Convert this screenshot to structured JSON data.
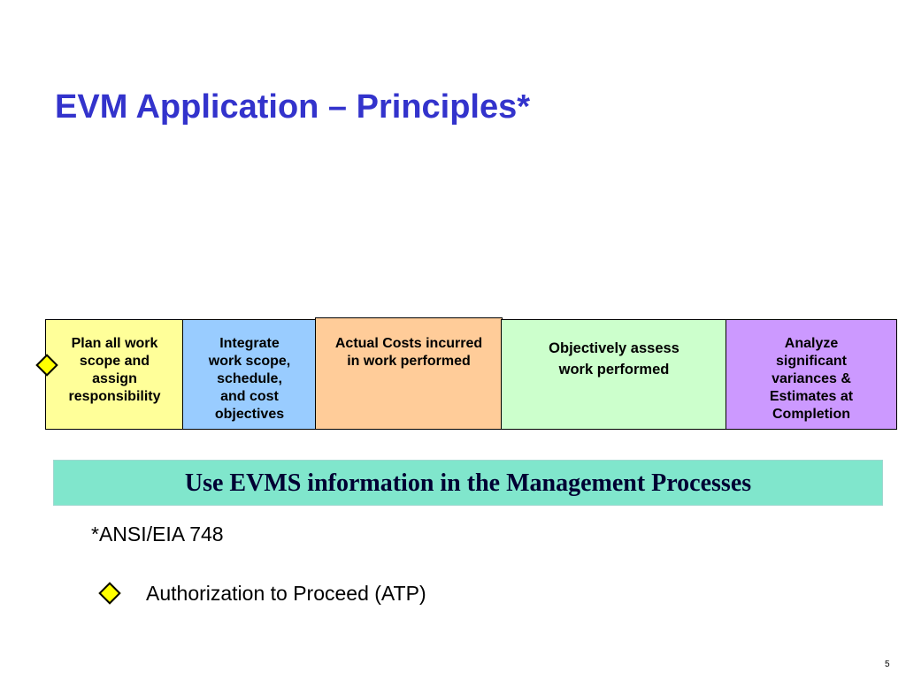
{
  "slide": {
    "title": "EVM Application – Principles*",
    "principles": [
      {
        "lines": [
          "Plan all work",
          "scope and",
          "assign",
          "responsibility"
        ],
        "color": "#ffff99"
      },
      {
        "lines": [
          "Integrate",
          "work scope,",
          "schedule,",
          "and cost",
          "objectives"
        ],
        "color": "#99ccff"
      },
      {
        "lines": [
          "Actual Costs incurred",
          "in work performed"
        ],
        "color": "#ffcc99"
      },
      {
        "lines": [
          "Objectively assess",
          "work performed"
        ],
        "color": "#ccffcc"
      },
      {
        "lines": [
          "Analyze",
          "significant",
          "variances &",
          "Estimates at",
          "Completion"
        ],
        "color": "#cc99ff"
      }
    ],
    "banner": "Use EVMS information in the Management Processes",
    "footnote": "*ANSI/EIA 748",
    "legend": {
      "icon": "yellow-diamond-icon",
      "label": "Authorization to Proceed (ATP)"
    },
    "page_number": "5"
  }
}
